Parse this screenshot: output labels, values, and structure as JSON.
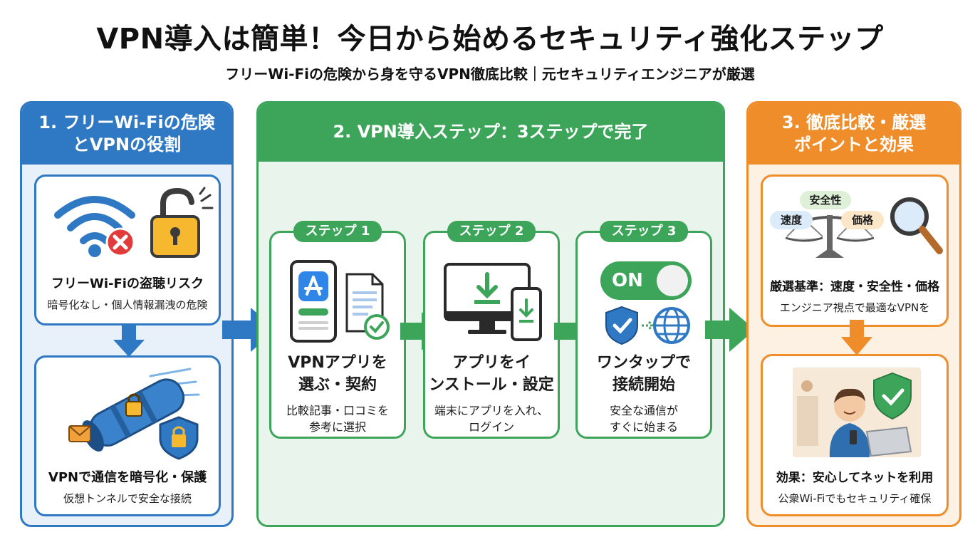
{
  "header": {
    "title": "VPN導入は簡単！今日から始めるセキュリティ強化ステップ",
    "subtitle": "フリーWi-Fiの危険から身を守るVPN徹底比較｜元セキュリティエンジニアが厳選"
  },
  "section1": {
    "title": "1. フリーWi-Fiの危険\nとVPNの役割",
    "card1": {
      "title": "フリーWi-Fiの盗聴リスク",
      "desc": "暗号化なし・個人情報漏洩の危険"
    },
    "card2": {
      "title": "VPNで通信を暗号化・保護",
      "desc": "仮想トンネルで安全な接続"
    }
  },
  "section2": {
    "title": "2. VPN導入ステップ：3ステップで完了",
    "steps": [
      {
        "badge": "ステップ 1",
        "title": "VPNアプリを\n選ぶ・契約",
        "desc": "比較記事・口コミを\n参考に選択"
      },
      {
        "badge": "ステップ 2",
        "title": "アプリをイ\nンストール・設定",
        "desc": "端末にアプリを入れ、\nログイン"
      },
      {
        "badge": "ステップ 3",
        "title": "ワンタップで\n接続開始",
        "desc": "安全な通信が\nすぐに始まる"
      }
    ],
    "toggle_label": "ON"
  },
  "section3": {
    "title": "3. 徹底比較・厳選\nポイントと効果",
    "scale_labels": {
      "top": "安全性",
      "left": "速度",
      "right": "価格"
    },
    "card1": {
      "title": "厳選基準：速度・安全性・価格",
      "desc": "エンジニア視点で最適なVPNを"
    },
    "card2": {
      "title": "効果：安心してネットを利用",
      "desc": "公衆Wi-Fiでもセキュリティ確保"
    }
  },
  "colors": {
    "blue": "#2f79c4",
    "green": "#3da55a",
    "orange": "#ee8d2a"
  },
  "icons": [
    "wifi-icon",
    "error-x-icon",
    "unlocked-padlock-icon",
    "vpn-tunnel-icon",
    "shield-lock-icon",
    "smartphone-app-store-icon",
    "document-check-icon",
    "desktop-download-icon",
    "phone-download-icon",
    "toggle-switch-icon",
    "shield-check-icon",
    "globe-icon",
    "balance-scale-icon",
    "magnifier-icon",
    "person-laptop-icon"
  ]
}
